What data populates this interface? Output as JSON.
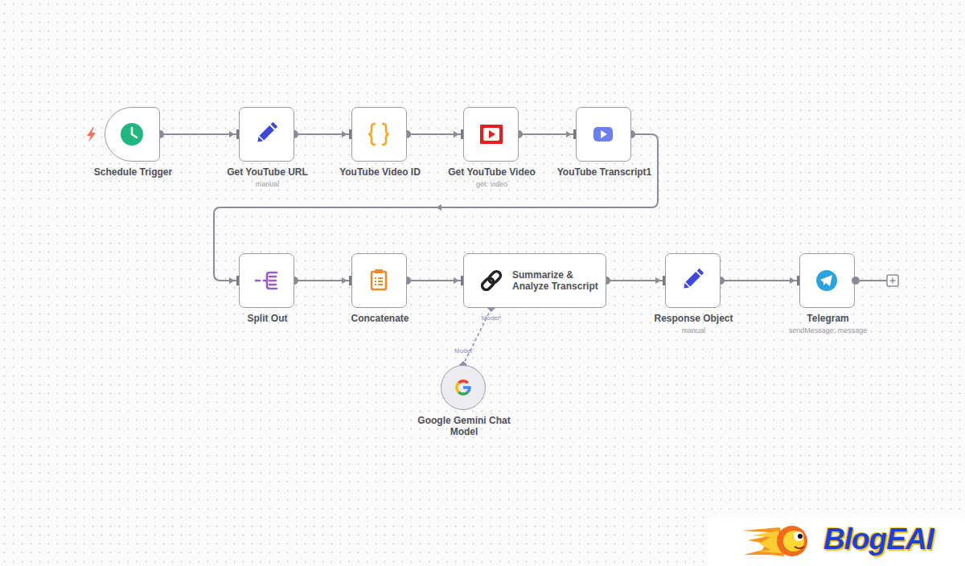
{
  "diagram": {
    "nodes": [
      {
        "text": [
          "Schedule Trigger"
        ]
      },
      {
        "text": [
          "Get YouTube URL",
          "manual"
        ]
      },
      {
        "text": [
          "YouTube Video ID"
        ]
      },
      {
        "text": [
          "Get YouTube Video",
          "get: video"
        ]
      },
      {
        "text": [
          "YouTube Transcript1"
        ]
      },
      {
        "text": [
          "Split Out"
        ]
      },
      {
        "text": [
          "Concatenate"
        ]
      },
      {
        "text": [
          "Summarize & Analyze Transcript"
        ]
      },
      {
        "text": [
          "Response Object",
          "manual"
        ]
      },
      {
        "text": [
          "Telegram",
          "sendMessage: message"
        ]
      },
      {
        "text": [
          "Google Gemini Chat Model"
        ]
      }
    ],
    "edges": [
      {
        "from": 0,
        "to": 1,
        "arrow": "to"
      },
      {
        "from": 1,
        "to": 2,
        "arrow": "to"
      },
      {
        "from": 2,
        "to": 3,
        "arrow": "to"
      },
      {
        "from": 3,
        "to": 4,
        "arrow": "to"
      },
      {
        "from": 4,
        "to": 5,
        "arrow": "to"
      },
      {
        "from": 5,
        "to": 6,
        "arrow": "to"
      },
      {
        "from": 6,
        "to": 7,
        "arrow": "to"
      },
      {
        "from": 7,
        "to": 8,
        "arrow": "to"
      },
      {
        "from": 8,
        "to": 9,
        "arrow": "to"
      },
      {
        "from": 7,
        "to": 10,
        "label": "Model",
        "arrow": "none"
      }
    ],
    "labels": [
      "Model*",
      "BlogEAI"
    ]
  }
}
